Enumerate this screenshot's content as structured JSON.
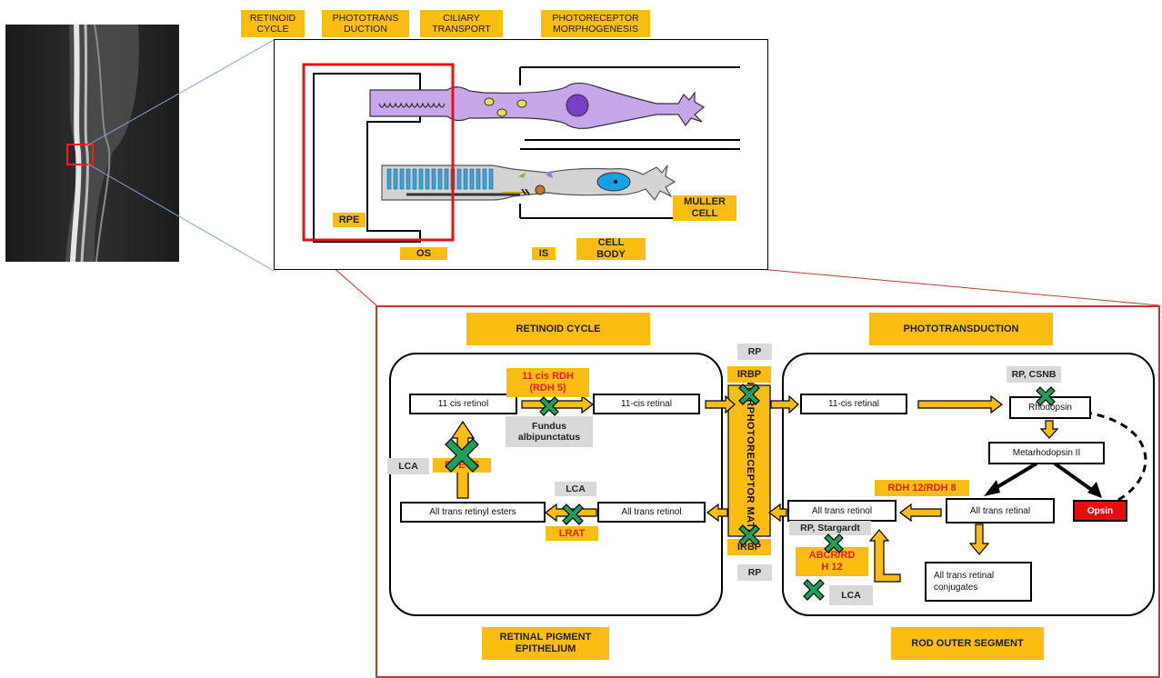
{
  "top_tags": {
    "retinoid_cycle": "RETINOID CYCLE",
    "phototransduction": "PHOTOTRANS DUCTION",
    "ciliary_transport": "CILIARY TRANSPORT",
    "photoreceptor_morphogenesis": "PHOTORECEPTOR MORPHOGENESIS"
  },
  "cell_diagram": {
    "rpe": "RPE",
    "os": "OS",
    "is": "IS",
    "cell_body": "CELL BODY",
    "muller_cell": "MULLER CELL"
  },
  "pathway": {
    "retinoid_cycle_title": "RETINOID CYCLE",
    "phototransduction_title": "PHOTOTRANSDUCTION",
    "rpe_title": "RETINAL PIGMENT EPITHELIUM",
    "ros_title": "ROD OUTER SEGMENT",
    "matrix_label": "INTERPHOTORECEPTOR MATRIX",
    "left": {
      "cis_retinol": "11 cis retinol",
      "cis_retinal": "11-cis retinal",
      "rdh5": "11 cis RDH (RDH 5)",
      "fundus": "Fundus albipunctatus",
      "rpe65": "RPE 65",
      "lca_left": "LCA",
      "lca_lrat": "LCA",
      "lrat": "LRAT",
      "esters": "All trans retinyl esters",
      "trans_retinol": "All trans retinol"
    },
    "center": {
      "rp_top": "RP",
      "irbp_top": "IRBP",
      "irbp_bottom": "IRBP",
      "rp_bottom": "RP"
    },
    "right": {
      "cis_retinal": "11-cis retinal",
      "rp_csnb": "RP, CSNB",
      "rhodopsin": "Rhodopsin",
      "metarhodopsin": "Metarhodopsin II",
      "rdh12_8": "RDH 12/RDH 8",
      "trans_retinol": "All trans retinol",
      "trans_retinal": "All trans retinal",
      "opsin": "Opsin",
      "rp_stargardt": "RP, Stargardt",
      "abcr": "ABCR/RD H 12",
      "lca": "LCA",
      "conjugates": "All trans retinal conjugates"
    }
  },
  "colors": {
    "accent": "#fbbd12",
    "disease_gray": "#d9d9d9",
    "enzyme_red": "#e8211c",
    "block_green": "#1fa05a",
    "frame_red": "#c0392b"
  }
}
